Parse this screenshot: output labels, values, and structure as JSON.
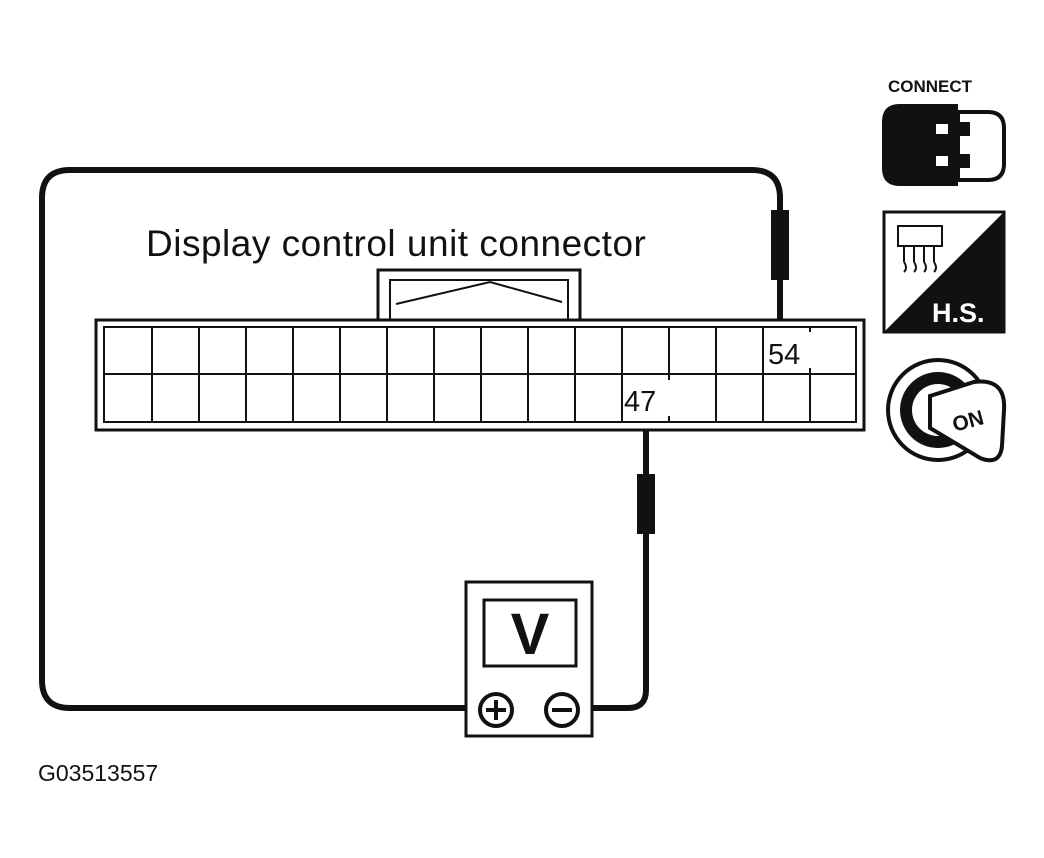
{
  "diagram": {
    "title": "Display control unit connector",
    "pins": {
      "upper": "54",
      "lower": "47"
    },
    "meter": {
      "label": "V",
      "plus": "+",
      "minus": "−"
    },
    "figure_code": "G03513557"
  },
  "icons": {
    "connect": {
      "label": "CONNECT",
      "icon": "connector-connect-icon"
    },
    "harness": {
      "label": "H.S.",
      "icon": "harness-side-icon"
    },
    "ignition": {
      "label": "ON",
      "icon": "ignition-key-on-icon"
    }
  }
}
